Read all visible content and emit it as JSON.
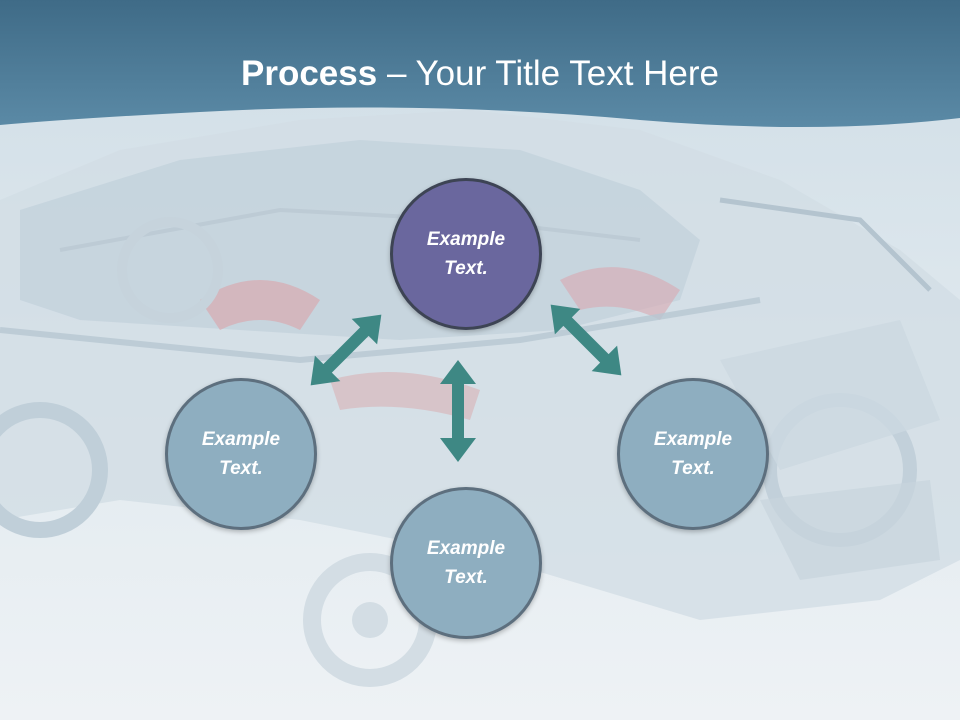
{
  "slide": {
    "title_bold": "Process",
    "title_rest": " – Your Title Text Here"
  },
  "nodes": {
    "top": "Example Text.",
    "left": "Example Text.",
    "right": "Example Text.",
    "bottom": "Example Text."
  },
  "colors": {
    "header": "#4f7f9c",
    "node_primary": "#6a679e",
    "node_secondary": "#8eaec0",
    "arrow": "#3e8884"
  }
}
